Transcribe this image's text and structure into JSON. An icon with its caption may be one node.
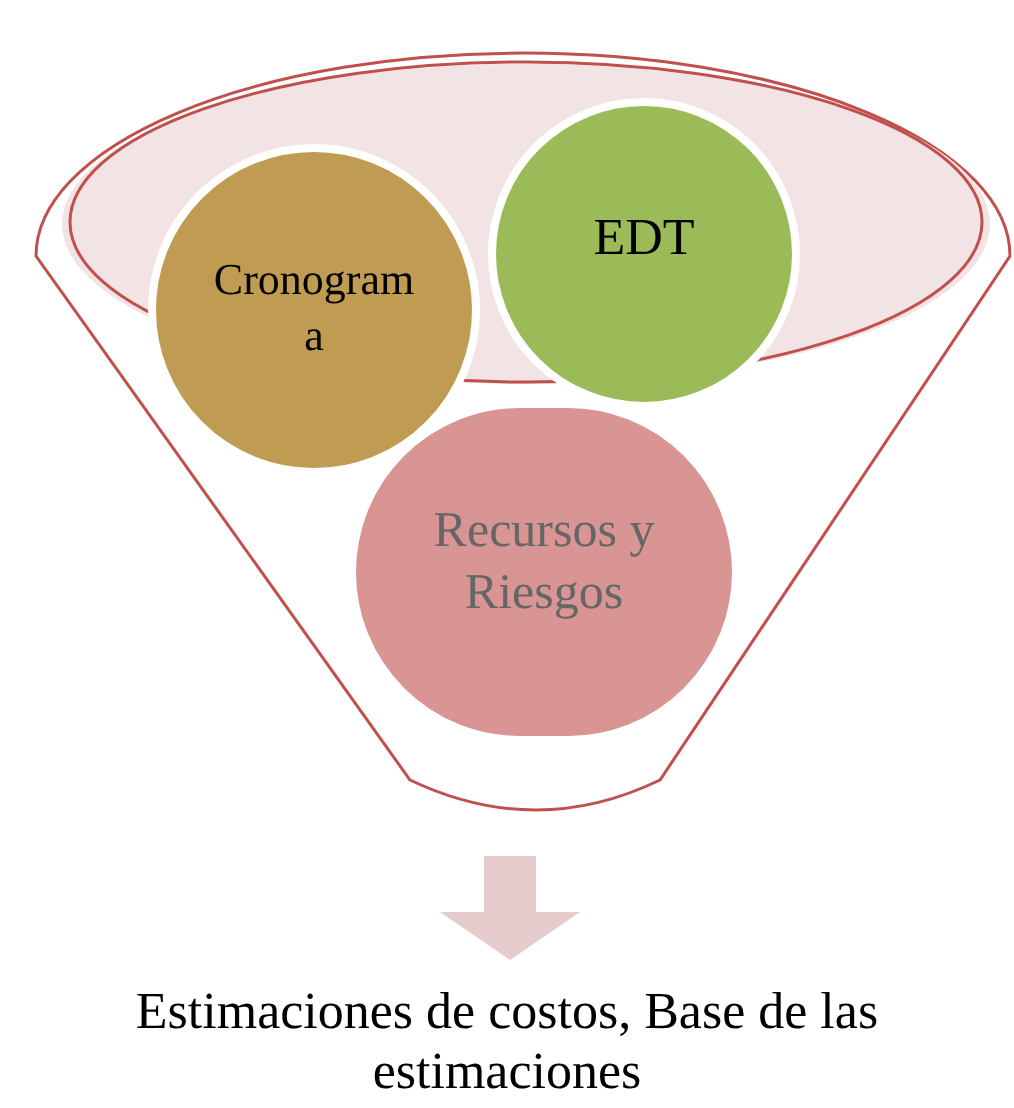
{
  "diagram": {
    "nodes": [
      {
        "text": [],
        "shape": "funnel"
      },
      {
        "text": [
          "Cronograma"
        ],
        "in": 0
      },
      {
        "text": [
          "EDT"
        ],
        "in": 0
      },
      {
        "text": [
          "Recursos y Riesgos"
        ],
        "in": 0
      },
      {
        "text": [
          "Estimaciones de costos, Base de las estimaciones"
        ]
      }
    ],
    "edges": [
      {
        "from": 0,
        "to": 4,
        "arrow": "to"
      }
    ]
  }
}
